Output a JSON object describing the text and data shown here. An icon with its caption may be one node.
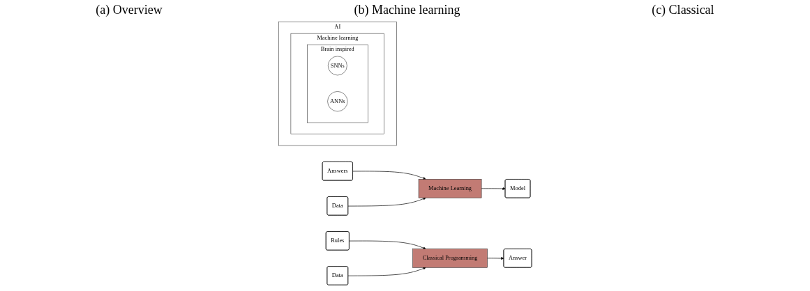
{
  "diagram": {
    "nodes": [
      {
        "text": [
          "AI"
        ]
      },
      {
        "text": [
          "Machine learning"
        ],
        "in": 0
      },
      {
        "text": [
          "Brain inspired"
        ],
        "in": 1
      },
      {
        "text": [
          "SNNs"
        ],
        "in": 2
      },
      {
        "text": [
          "ANNs"
        ],
        "in": 2
      },
      {
        "text": [
          "Answers"
        ]
      },
      {
        "text": [
          "Data"
        ]
      },
      {
        "text": [
          "Machine Learning"
        ]
      },
      {
        "text": [
          "Model"
        ]
      },
      {
        "text": [
          "Rules"
        ]
      },
      {
        "text": [
          "Data"
        ]
      },
      {
        "text": [
          "Classical Programming"
        ]
      },
      {
        "text": [
          "Answer"
        ]
      }
    ],
    "edges": [
      {
        "from": 5,
        "to": 7,
        "arrow": "to"
      },
      {
        "from": 6,
        "to": 7,
        "arrow": "to"
      },
      {
        "from": 7,
        "to": 8,
        "arrow": "to"
      },
      {
        "from": 9,
        "to": 11,
        "arrow": "to"
      },
      {
        "from": 10,
        "to": 11,
        "arrow": "to"
      },
      {
        "from": 11,
        "to": 12,
        "arrow": "to"
      }
    ],
    "labels": [
      "(a) Overview",
      "(b) Machine learning",
      "(c) Classical"
    ]
  }
}
